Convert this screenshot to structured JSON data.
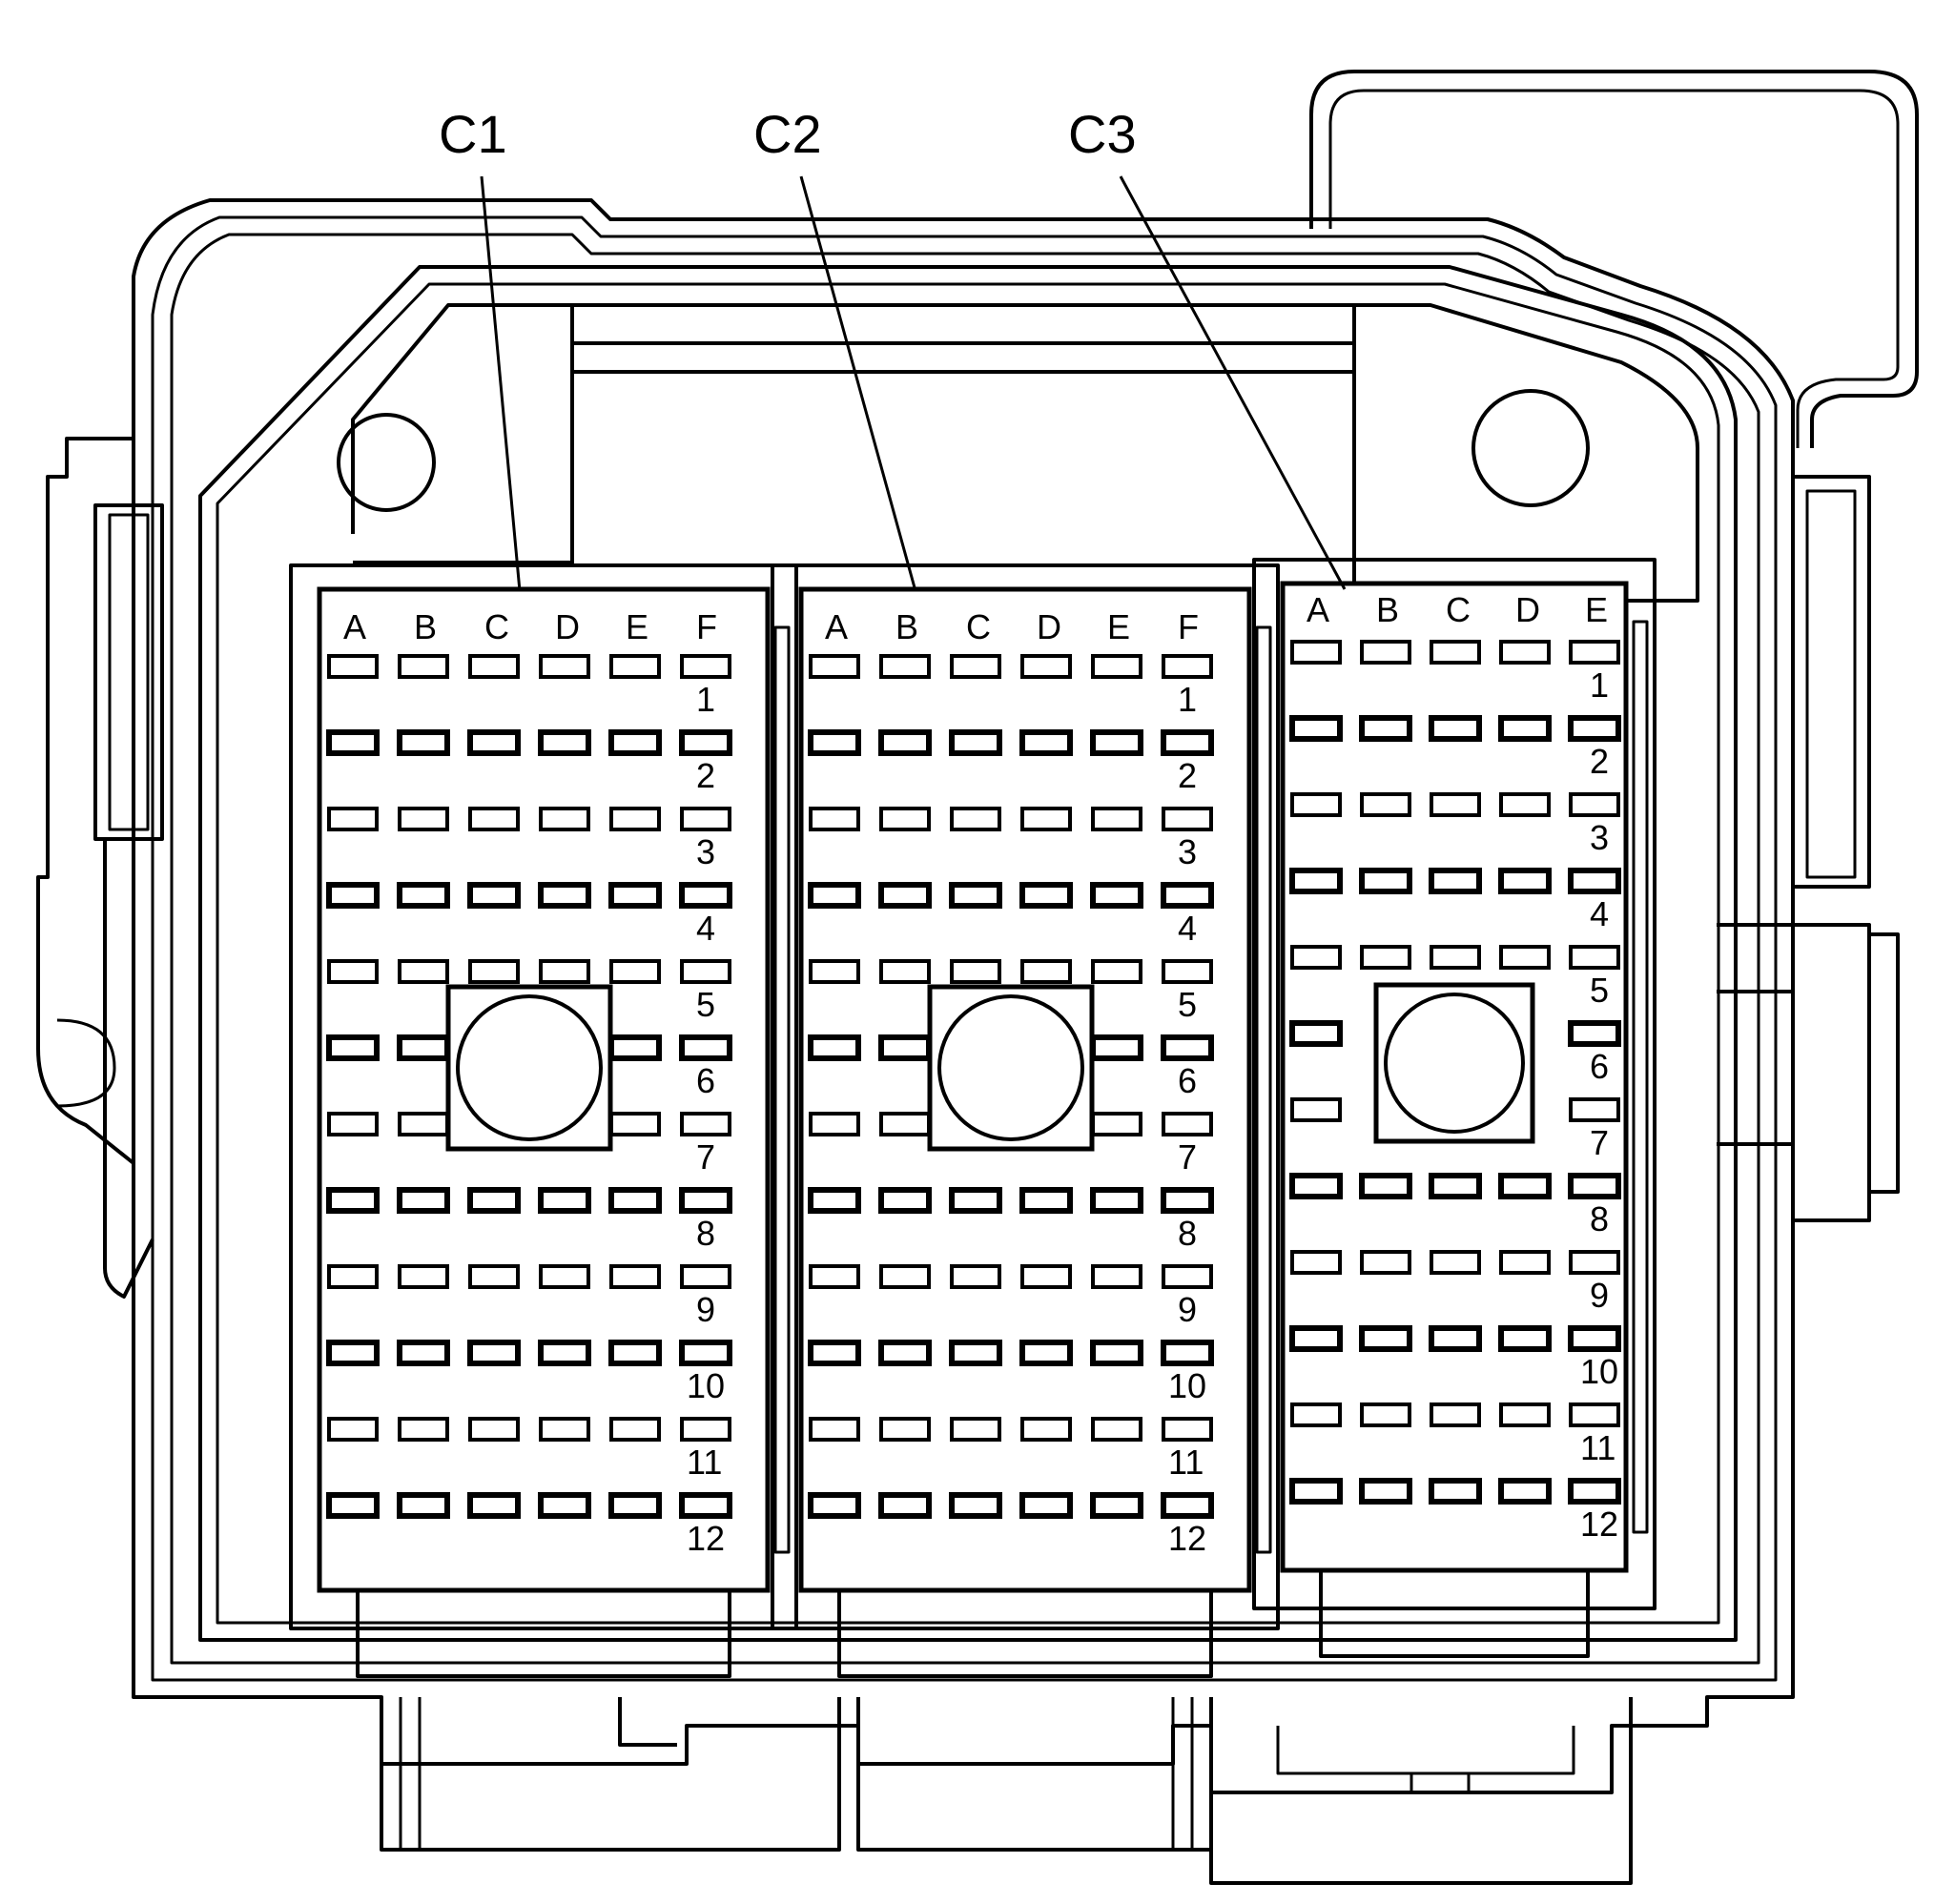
{
  "connectors": [
    {
      "id": "C1",
      "label": "C1",
      "columns": [
        "A",
        "B",
        "C",
        "D",
        "E",
        "F"
      ],
      "rows": [
        "1",
        "2",
        "3",
        "4",
        "5",
        "6",
        "7",
        "8",
        "9",
        "10",
        "11",
        "12"
      ]
    },
    {
      "id": "C2",
      "label": "C2",
      "columns": [
        "A",
        "B",
        "C",
        "D",
        "E",
        "F"
      ],
      "rows": [
        "1",
        "2",
        "3",
        "4",
        "5",
        "6",
        "7",
        "8",
        "9",
        "10",
        "11",
        "12"
      ]
    },
    {
      "id": "C3",
      "label": "C3",
      "columns": [
        "A",
        "B",
        "C",
        "D",
        "E"
      ],
      "rows": [
        "1",
        "2",
        "3",
        "4",
        "5",
        "6",
        "7",
        "8",
        "9",
        "10",
        "11",
        "12"
      ]
    }
  ]
}
